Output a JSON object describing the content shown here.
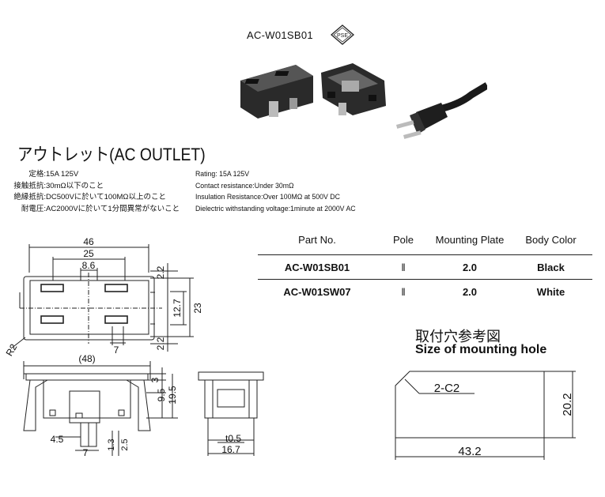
{
  "model": "AC-W01SB01",
  "cert_mark": "PSE",
  "heading": "アウトレット(AC OUTLET)",
  "specs_jp": [
    {
      "label": "定格:",
      "value": "15A 125V"
    },
    {
      "label": "接触抵抗:",
      "value": "30mΩ以下のこと"
    },
    {
      "label": "絶縁抵抗:",
      "value": "DC500Vに於いて100MΩ以上のこと"
    },
    {
      "label": "耐電圧:",
      "value": "AC2000Vに於いて1分間異常がないこと"
    }
  ],
  "specs_en": [
    "Rating: 15A 125V",
    "Contact resistance:Under 30mΩ",
    "Insulation Resistance:Over 100MΩ at 500V DC",
    "Dielectric withstanding voltage:1minute at 2000V AC"
  ],
  "table": {
    "headers": [
      "Part No.",
      "Pole",
      "Mounting Plate",
      "Body Color"
    ],
    "rows": [
      [
        "AC-W01SB01",
        "ǁ",
        "2.0",
        "Black"
      ],
      [
        "AC-W01SW07",
        "ǁ",
        "2.0",
        "White"
      ]
    ]
  },
  "mounting": {
    "title_jp": "取付穴参考図",
    "title_en": "Size of mounting hole",
    "chamfer": "2-C2",
    "width": "43.2",
    "height": "20.2"
  },
  "dims_top": {
    "w_total": "46",
    "w_mid": "25",
    "w_inner": "8.6",
    "top": "2.2",
    "bottom": "2.2",
    "h_inner": "12.7",
    "h_total": "23",
    "radius": "R2",
    "slot": "7"
  },
  "dims_front": {
    "w": "(48)",
    "h1": "3",
    "h2": "9.5",
    "h3": "19.5",
    "pin_off": "4.5",
    "pin_w": "7",
    "pin_h1": "1.3",
    "pin_h2": "2.5"
  },
  "dims_side": {
    "t": "t0.5",
    "w": "16.7"
  }
}
